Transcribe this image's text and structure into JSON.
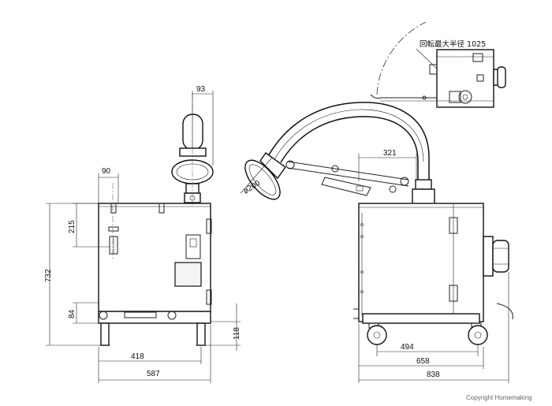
{
  "dimensions": {
    "d93": "93",
    "d90": "90",
    "d215": "215",
    "d732": "732",
    "d84": "84",
    "d118": "118",
    "d418": "418",
    "d587": "587",
    "d321": "321",
    "d200": "ø200",
    "d494": "494",
    "d658": "658",
    "d838": "838"
  },
  "rotation_note": "回転最大半径 1025",
  "copyright": "Copyright Homemaking"
}
